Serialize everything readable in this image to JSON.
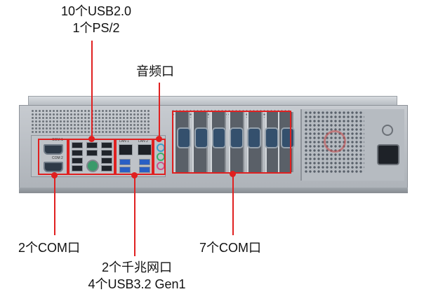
{
  "labels": {
    "usb_top_line1": "10个USB2.0",
    "usb_top_line2": "1个PS/2",
    "audio": "音频口",
    "com_left": "2个COM口",
    "com_right": "7个COM口",
    "lan_line1": "2个千兆网口",
    "lan_line2": "4个USB3.2 Gen1"
  },
  "io_text": {
    "com1": "COM 1",
    "com2": "COM 2",
    "lan1": "LAN 1",
    "lan2": "LAN 2"
  },
  "colors": {
    "callout": "#e02020",
    "chassis": "#b8bdc3"
  }
}
